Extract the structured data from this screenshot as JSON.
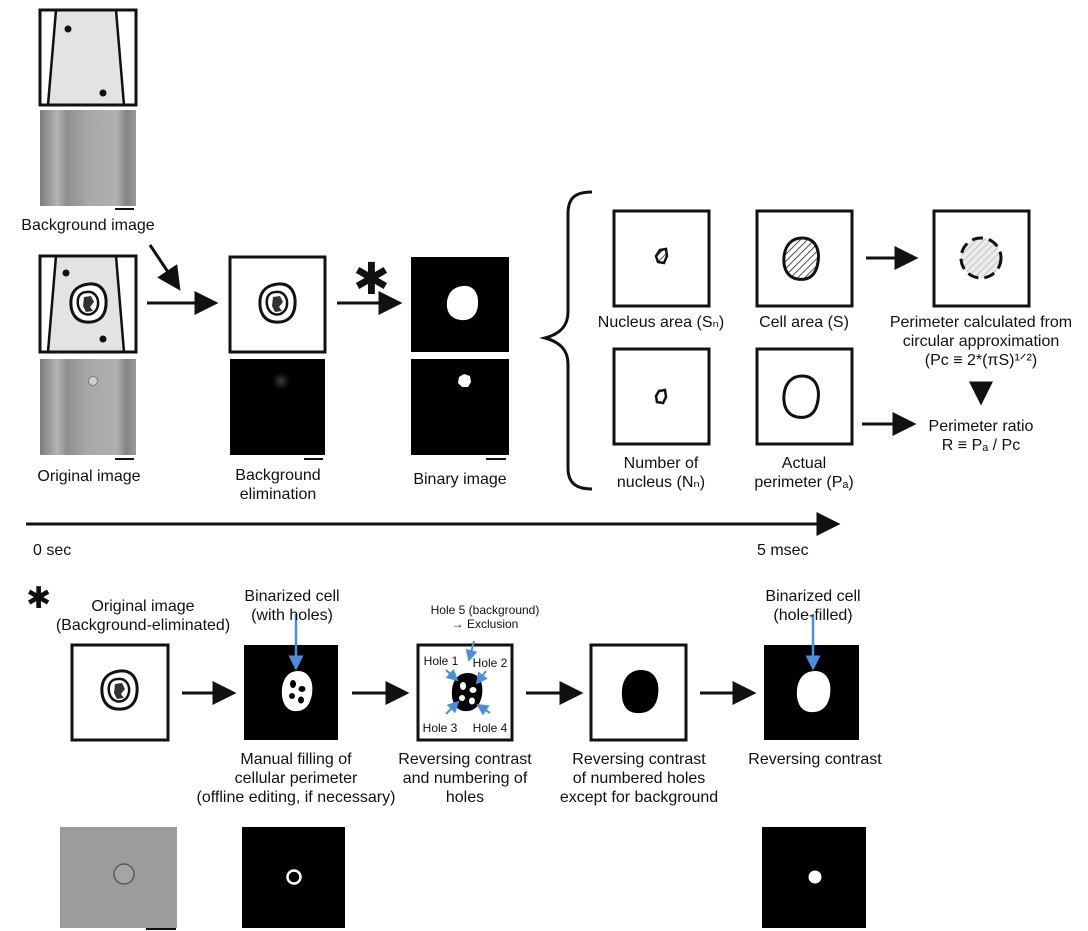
{
  "labels": {
    "background_image": "Background image",
    "original_image": "Original image",
    "background_elimination": [
      "Background",
      "elimination"
    ],
    "binary_image": "Binary image",
    "nucleus_area": "Nucleus area (Sₙ)",
    "cell_area": "Cell area (S)",
    "perimeter_calc": [
      "Perimeter calculated from",
      "circular approximation",
      "(Pᴄ ≡ 2*(πS)¹ᐟ²)"
    ],
    "number_of_nucleus": [
      "Number of",
      "nucleus (Nₙ)"
    ],
    "actual_perimeter": [
      "Actual",
      "perimeter (Pₐ)"
    ],
    "perimeter_ratio": [
      "Perimeter ratio",
      "R ≡ Pₐ / Pᴄ"
    ]
  },
  "timeline": {
    "start": "0 sec",
    "end": "5 msec"
  },
  "asterisk": "✱",
  "workflow": {
    "original": [
      "Original image",
      "(Background-eliminated)"
    ],
    "binarized_holes": [
      "Binarized cell",
      "(with holes)"
    ],
    "hole5": [
      "Hole 5 (background)",
      "→ Exclusion"
    ],
    "holes": [
      "Hole 1",
      "Hole 2",
      "Hole 3",
      "Hole 4"
    ],
    "binarized_filled": [
      "Binarized cell",
      "(hole-filled)"
    ],
    "manual_filling": [
      "Manual filling of",
      "cellular perimeter",
      "(offline editing, if necessary)"
    ],
    "reversing_numbering": [
      "Reversing contrast",
      "and numbering of",
      "holes"
    ],
    "reversing_holes": [
      "Reversing contrast",
      "of numbered holes",
      "except for background"
    ],
    "reversing_contrast": "Reversing contrast"
  },
  "colors": {
    "ink": "#111111",
    "accent": "#4a8fdc",
    "channel": "#e3e3e3",
    "micrograph": "#9a9a9a"
  }
}
